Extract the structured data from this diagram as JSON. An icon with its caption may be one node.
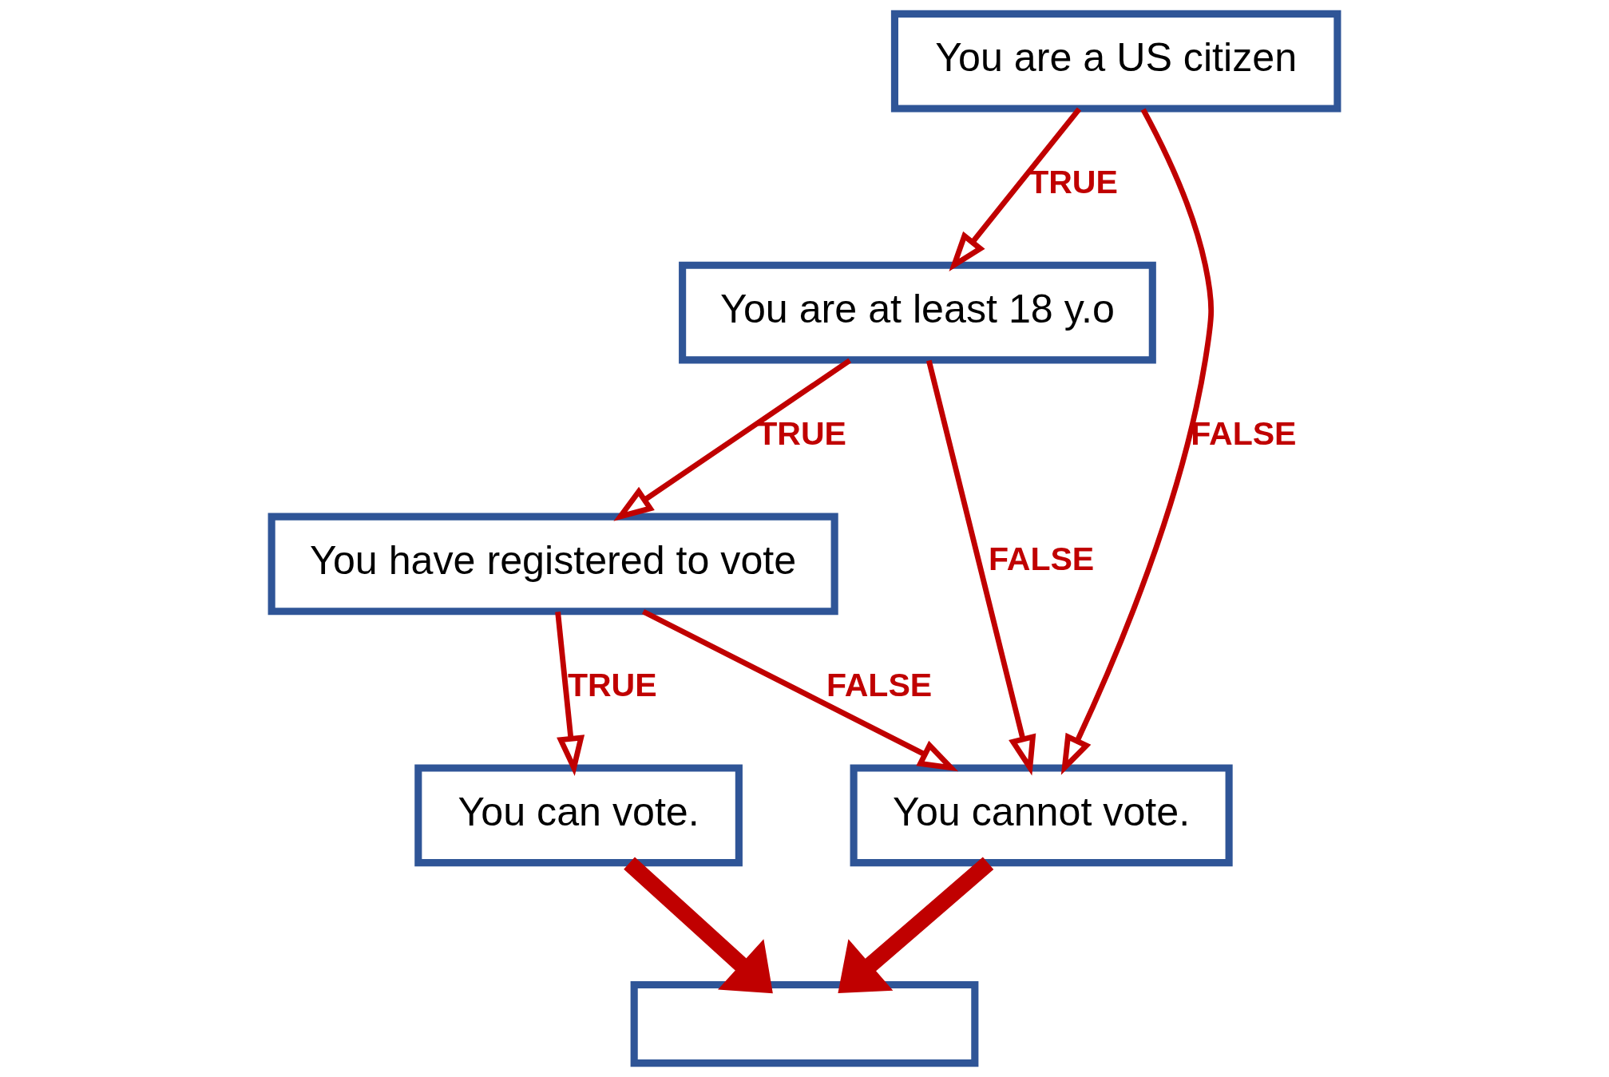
{
  "diagram": {
    "nodes": [
      {
        "text": [
          "You are a US citizen"
        ]
      },
      {
        "text": [
          "You are at least 18 y.o"
        ]
      },
      {
        "text": [
          "You have registered to vote"
        ]
      },
      {
        "text": [
          "You can vote."
        ]
      },
      {
        "text": [
          "You cannot vote."
        ]
      },
      {
        "text": [],
        "shape": "box"
      }
    ],
    "edges": [
      {
        "from": 0,
        "to": 1,
        "arrow": "to",
        "label": "TRUE"
      },
      {
        "from": 0,
        "to": 4,
        "arrow": "to",
        "label": "FALSE"
      },
      {
        "from": 1,
        "to": 2,
        "arrow": "to",
        "label": "TRUE"
      },
      {
        "from": 1,
        "to": 4,
        "arrow": "to",
        "label": "FALSE"
      },
      {
        "from": 2,
        "to": 3,
        "arrow": "to",
        "label": "TRUE"
      },
      {
        "from": 2,
        "to": 4,
        "arrow": "to",
        "label": "FALSE"
      },
      {
        "from": 3,
        "to": 5,
        "arrow": "to",
        "style": "thick"
      },
      {
        "from": 4,
        "to": 5,
        "arrow": "to",
        "style": "thick"
      }
    ]
  }
}
